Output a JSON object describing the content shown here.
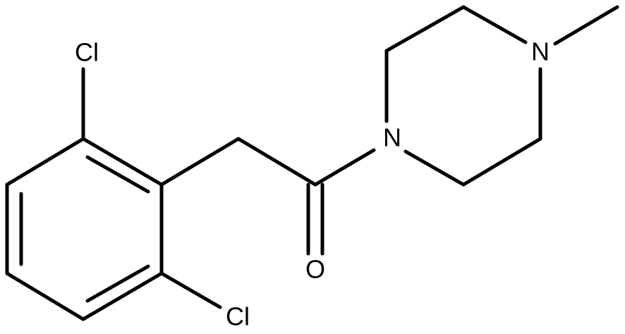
{
  "atoms": {
    "cl_top": "Cl",
    "cl_bottom": "Cl",
    "oxygen": "O",
    "n_amide": "N",
    "n_methyl": "N"
  },
  "colors": {
    "bond": "#000000",
    "label": "#000000",
    "background": "#ffffff"
  }
}
